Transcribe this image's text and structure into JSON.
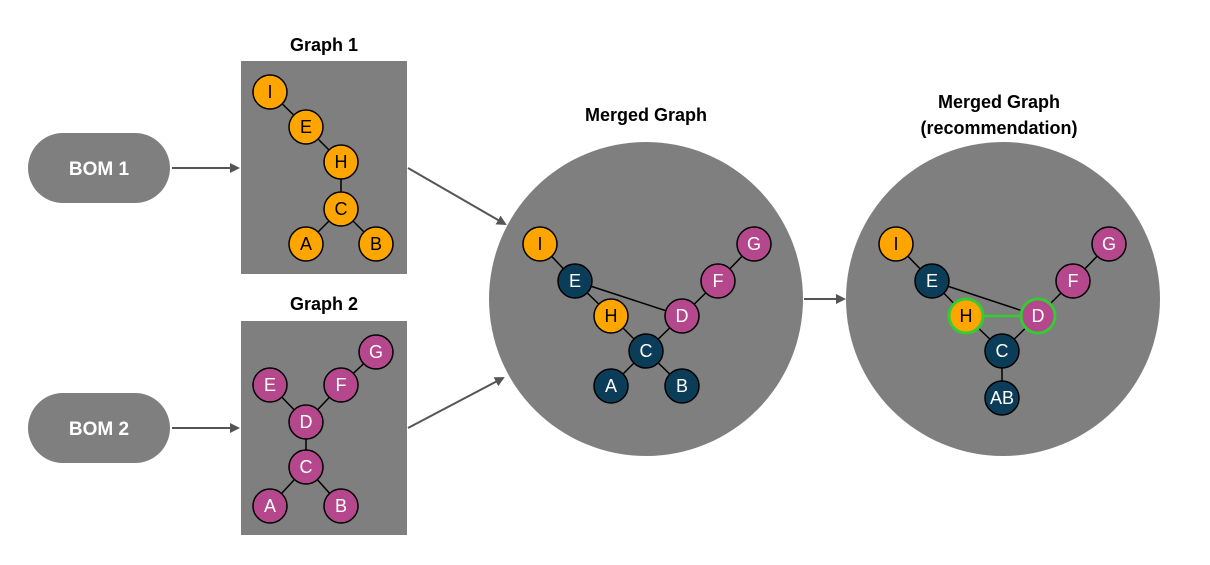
{
  "titles": {
    "graph1": "Graph 1",
    "graph2": "Graph 2",
    "merged": "Merged Graph",
    "rec_line1": "Merged Graph",
    "rec_line2": "(recommendation)"
  },
  "boms": {
    "bom1": "BOM 1",
    "bom2": "BOM 2"
  },
  "colors": {
    "panel": "#7f7f7f",
    "bom_pill": "#7f7f7f",
    "orange": "#ffa500",
    "magenta": "#b5478d",
    "navy": "#0b3d58",
    "green_highlight": "#33cc33",
    "edge": "#000000",
    "arrow": "#555555"
  },
  "graph1": {
    "nodes": [
      {
        "id": "I",
        "label": "I",
        "color": "orange"
      },
      {
        "id": "E",
        "label": "E",
        "color": "orange"
      },
      {
        "id": "H",
        "label": "H",
        "color": "orange"
      },
      {
        "id": "C",
        "label": "C",
        "color": "orange"
      },
      {
        "id": "A",
        "label": "A",
        "color": "orange"
      },
      {
        "id": "B",
        "label": "B",
        "color": "orange"
      }
    ],
    "edges": [
      [
        "I",
        "E"
      ],
      [
        "E",
        "H"
      ],
      [
        "H",
        "C"
      ],
      [
        "C",
        "A"
      ],
      [
        "C",
        "B"
      ]
    ]
  },
  "graph2": {
    "nodes": [
      {
        "id": "G",
        "label": "G",
        "color": "magenta"
      },
      {
        "id": "E",
        "label": "E",
        "color": "magenta"
      },
      {
        "id": "F",
        "label": "F",
        "color": "magenta"
      },
      {
        "id": "D",
        "label": "D",
        "color": "magenta"
      },
      {
        "id": "C",
        "label": "C",
        "color": "magenta"
      },
      {
        "id": "A",
        "label": "A",
        "color": "magenta"
      },
      {
        "id": "B",
        "label": "B",
        "color": "magenta"
      }
    ],
    "edges": [
      [
        "G",
        "F"
      ],
      [
        "F",
        "D"
      ],
      [
        "E",
        "D"
      ],
      [
        "D",
        "C"
      ],
      [
        "C",
        "A"
      ],
      [
        "C",
        "B"
      ]
    ]
  },
  "merged": {
    "nodes": [
      {
        "id": "I",
        "label": "I",
        "color": "orange"
      },
      {
        "id": "E",
        "label": "E",
        "color": "navy"
      },
      {
        "id": "H",
        "label": "H",
        "color": "orange"
      },
      {
        "id": "D",
        "label": "D",
        "color": "magenta"
      },
      {
        "id": "F",
        "label": "F",
        "color": "magenta"
      },
      {
        "id": "G",
        "label": "G",
        "color": "magenta"
      },
      {
        "id": "C",
        "label": "C",
        "color": "navy"
      },
      {
        "id": "A",
        "label": "A",
        "color": "navy"
      },
      {
        "id": "B",
        "label": "B",
        "color": "navy"
      }
    ],
    "edges": [
      [
        "I",
        "E"
      ],
      [
        "E",
        "H"
      ],
      [
        "E",
        "D"
      ],
      [
        "H",
        "C"
      ],
      [
        "D",
        "C"
      ],
      [
        "D",
        "F"
      ],
      [
        "F",
        "G"
      ],
      [
        "C",
        "A"
      ],
      [
        "C",
        "B"
      ]
    ]
  },
  "recommendation": {
    "nodes": [
      {
        "id": "I",
        "label": "I",
        "color": "orange"
      },
      {
        "id": "E",
        "label": "E",
        "color": "navy"
      },
      {
        "id": "H",
        "label": "H",
        "color": "orange",
        "highlight": true
      },
      {
        "id": "D",
        "label": "D",
        "color": "magenta",
        "highlight": true
      },
      {
        "id": "F",
        "label": "F",
        "color": "magenta"
      },
      {
        "id": "G",
        "label": "G",
        "color": "magenta"
      },
      {
        "id": "C",
        "label": "C",
        "color": "navy"
      },
      {
        "id": "AB",
        "label": "AB",
        "color": "navy"
      }
    ],
    "edges": [
      [
        "I",
        "E"
      ],
      [
        "E",
        "H"
      ],
      [
        "E",
        "D"
      ],
      [
        "H",
        "C"
      ],
      [
        "D",
        "C"
      ],
      [
        "D",
        "F"
      ],
      [
        "F",
        "G"
      ],
      [
        "C",
        "AB"
      ]
    ],
    "highlight_edges": [
      [
        "H",
        "D"
      ]
    ]
  }
}
